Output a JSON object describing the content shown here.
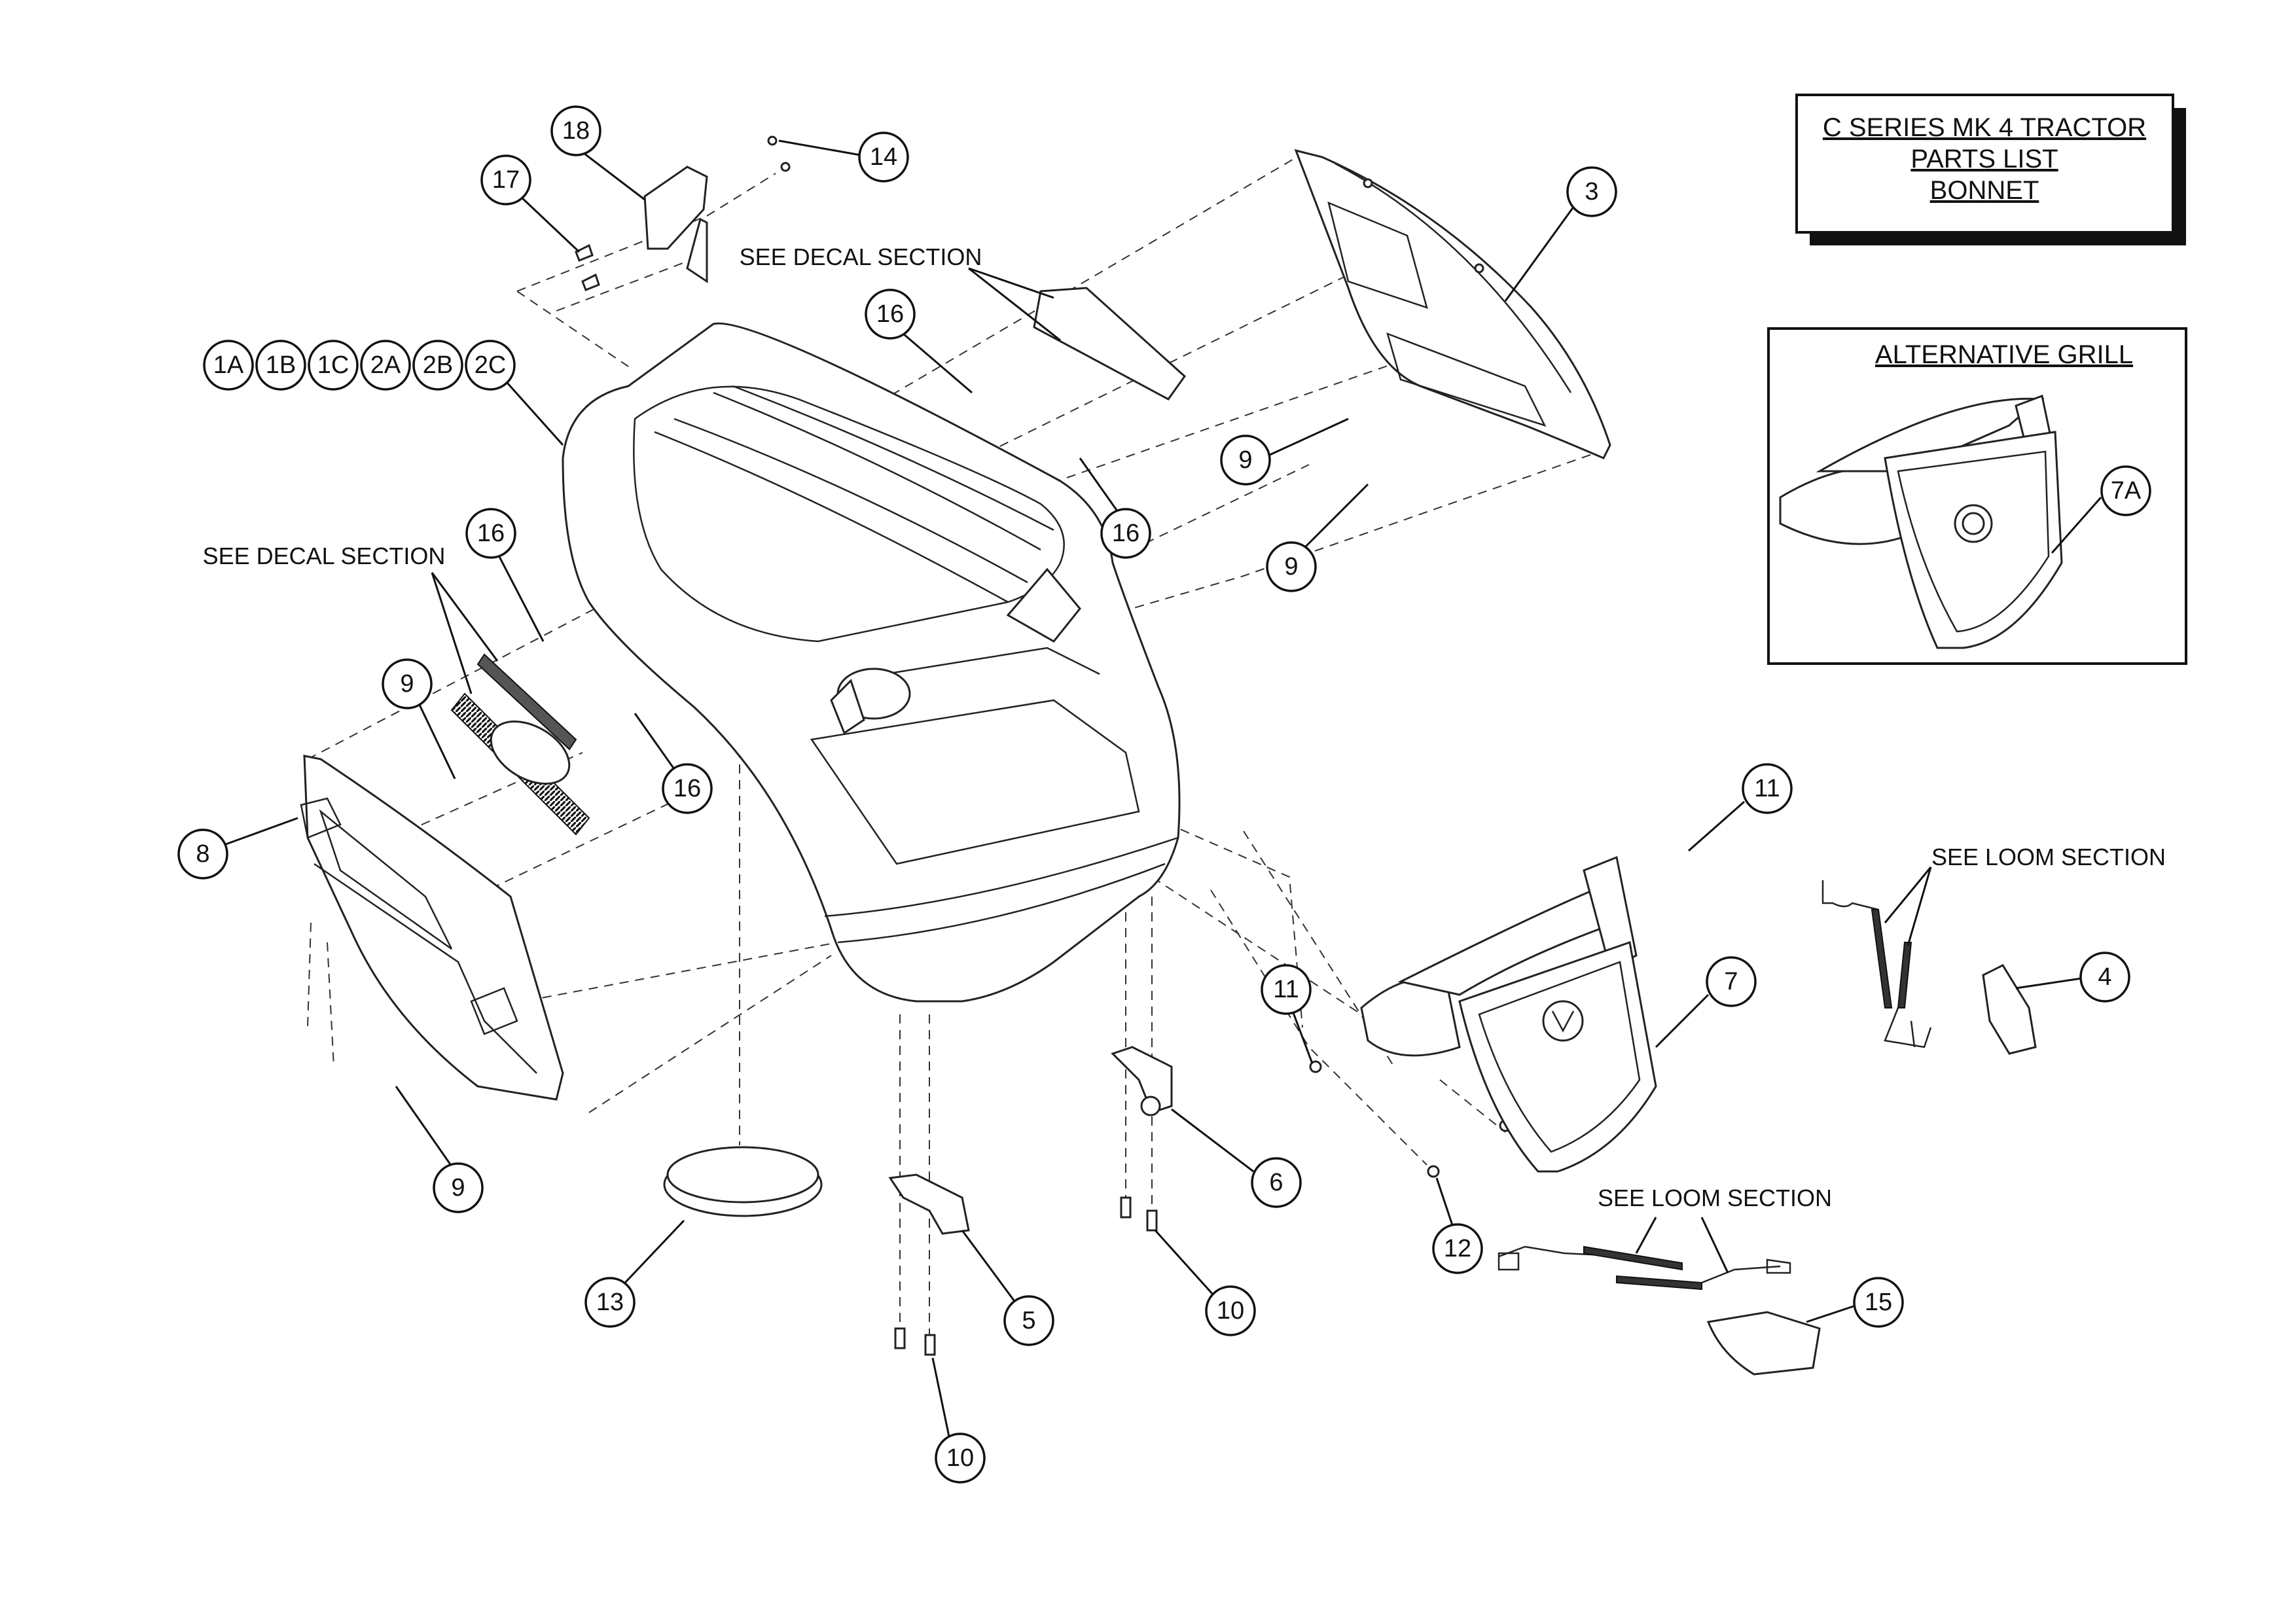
{
  "title": {
    "line1": "C SERIES MK 4 TRACTOR",
    "line2": "PARTS LIST",
    "line3": "BONNET"
  },
  "inset": {
    "title": "ALTERNATIVE GRILL",
    "callout": "7A"
  },
  "notes": {
    "decal_top": "SEE DECAL SECTION",
    "decal_left": "SEE DECAL SECTION",
    "loom_right": "SEE LOOM SECTION",
    "loom_bottom": "SEE LOOM SECTION"
  },
  "bonnet_variants": [
    "1A",
    "1B",
    "1C",
    "2A",
    "2B",
    "2C"
  ],
  "callouts": {
    "c18": "18",
    "c17": "17",
    "c14": "14",
    "c16a": "16",
    "c16b": "16",
    "c16c": "16",
    "c16d": "16",
    "c3": "3",
    "c9a": "9",
    "c9b": "9",
    "c9c": "9",
    "c9d": "9",
    "c8": "8",
    "c13": "13",
    "c5": "5",
    "c10a": "10",
    "c10b": "10",
    "c6": "6",
    "c11a": "11",
    "c11b": "11",
    "c7": "7",
    "c4": "4",
    "c12": "12",
    "c15": "15"
  }
}
